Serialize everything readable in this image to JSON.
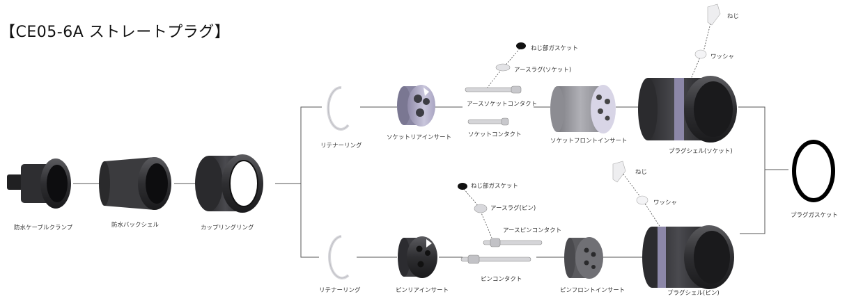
{
  "title": "【CE05-6A ストレートプラグ】",
  "labels": {
    "waterproof_clamp": "防水ケーブルクランプ",
    "waterproof_backshell": "防水バックシェル",
    "coupling_ring": "カップリングリング",
    "retainer_ring_top": "リテナーリング",
    "socket_rear_insert": "ソケットリアインサート",
    "screw_gasket_top": "ねじ部ガスケット",
    "earth_lug_socket": "アースラグ(ソケット)",
    "earth_socket_contact": "アースソケットコンタクト",
    "socket_contact": "ソケットコンタクト",
    "socket_front_insert": "ソケットフロントインサート",
    "screw_top": "ねじ",
    "washer_top": "ワッシャ",
    "plug_shell_socket": "プラグシェル(ソケット)",
    "plug_gasket": "プラグガスケット",
    "retainer_ring_bottom": "リテナーリング",
    "pin_rear_insert": "ピンリアインサート",
    "screw_gasket_bottom": "ねじ部ガスケット",
    "earth_lug_pin": "アースラグ(ピン)",
    "earth_pin_contact": "アースピンコンタクト",
    "pin_contact": "ピンコンタクト",
    "pin_front_insert": "ピンフロントインサート",
    "screw_bottom": "ねじ",
    "washer_bottom": "ワッシャ",
    "plug_shell_pin": "プラグシェル(ピン)"
  },
  "colors": {
    "line": "#555555",
    "part_dark": "#3a3a3c",
    "part_mid": "#6e6e72",
    "socket_insert": "#c9c6dc",
    "front_insert": "#9a9aa0",
    "shell_band": "#8c87a8",
    "gasket": "#111111"
  }
}
